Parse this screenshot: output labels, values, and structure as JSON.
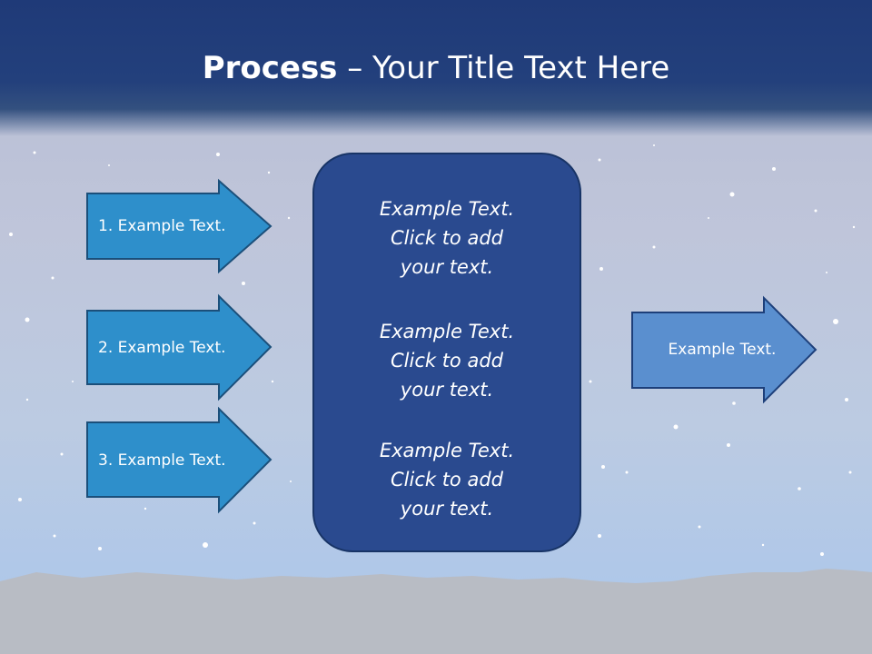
{
  "slide": {
    "title_bold": "Process",
    "title_rest": " – Your Title Text Here"
  },
  "left_arrows": [
    {
      "label": "1. Example Text."
    },
    {
      "label": "2. Example Text."
    },
    {
      "label": "3. Example Text."
    }
  ],
  "center_box": {
    "blocks": [
      {
        "line1": "Example Text.",
        "line2": "Click  to add",
        "line3": "your text."
      },
      {
        "line1": "Example Text.",
        "line2": "Click  to add",
        "line3": "your text."
      },
      {
        "line1": "Example Text.",
        "line2": "Click  to add",
        "line3": "your text."
      }
    ]
  },
  "right_arrow": {
    "label": "Example Text."
  },
  "colors": {
    "header_blue": "#1f3a78",
    "left_arrow_fill": "#2e8fcb",
    "center_box_fill": "#2a4a8f",
    "right_arrow_fill": "#5a8fcf",
    "mountain_gray": "#b8bcc4"
  }
}
